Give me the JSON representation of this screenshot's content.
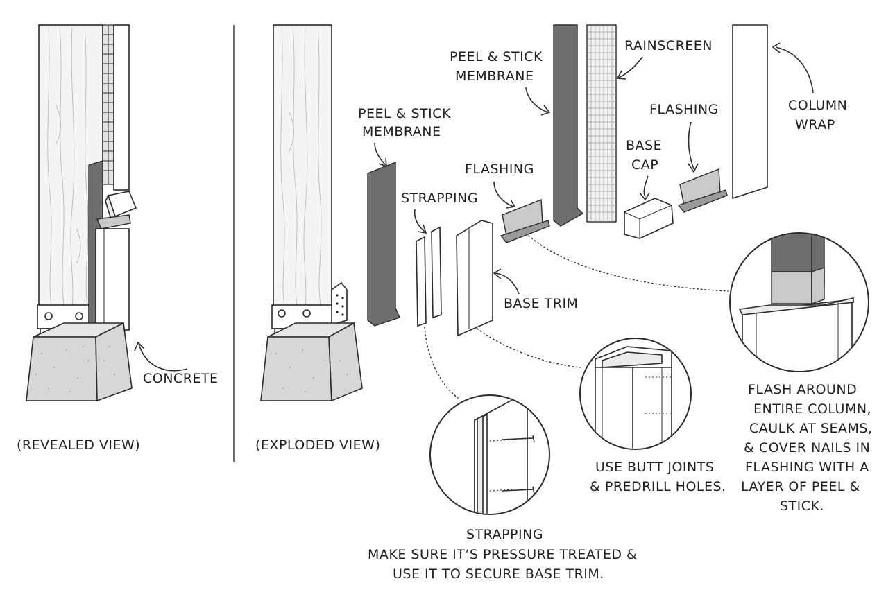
{
  "labels": {
    "peel_stick_1": [
      "PEEL & STICK",
      "MEMBRANE"
    ],
    "peel_stick_2": [
      "PEEL & STICK",
      "MEMBRANE"
    ],
    "rainscreen": "RAINSCREEN",
    "column_wrap": [
      "COLUMN",
      "WRAP"
    ],
    "flashing_1": "FLASHING",
    "flashing_2": "FLASHING",
    "base_cap": [
      "BASE",
      "CAP"
    ],
    "strapping": "STRAPPING",
    "base_trim": "BASE TRIM",
    "concrete": "CONCRETE",
    "revealed_view": "(REVEALED VIEW)",
    "exploded_view": "(EXPLODED VIEW)",
    "strapping_note": [
      "STRAPPING",
      "MAKE SURE IT’S PRESSURE TREATED &",
      "USE IT TO   SECURE BASE TRIM."
    ],
    "butt_joints_note": [
      "USE BUTT JOINTS",
      "& PREDRILL HOLES."
    ],
    "flash_note": [
      "FLASH AROUND",
      "ENTIRE COLUMN,",
      "CAULK AT SEAMS,",
      "& COVER NAILS IN",
      "FLASHING WITH A",
      "LAYER OF PEEL &",
      "STICK."
    ]
  }
}
